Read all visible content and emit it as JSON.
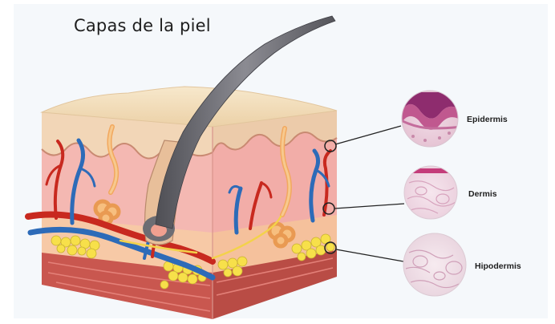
{
  "diagram": {
    "title": "Capas de la piel",
    "layers": [
      {
        "key": "epidermis",
        "label": "Epidermis"
      },
      {
        "key": "dermis",
        "label": "Dermis"
      },
      {
        "key": "hipodermis",
        "label": "Hipodermis"
      }
    ]
  }
}
